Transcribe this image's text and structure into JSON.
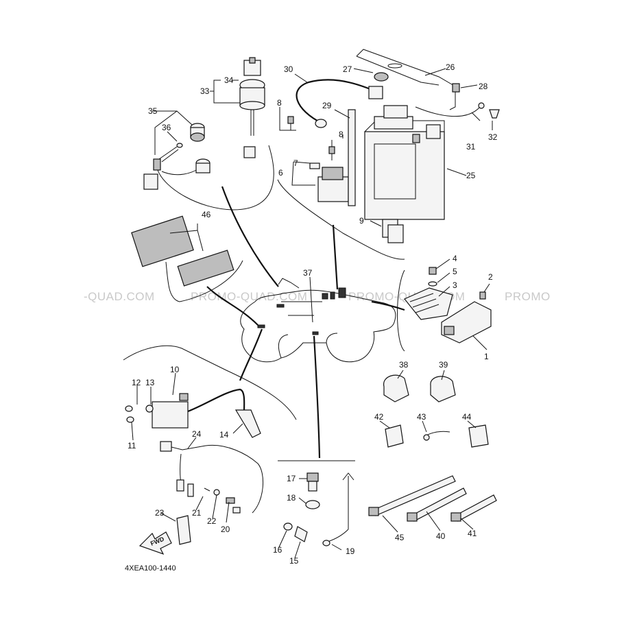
{
  "watermarks": [
    "-QUAD.COM",
    "PROMO-QUAD.COM",
    "PROMO-QUAD.COM",
    "PROMO"
  ],
  "diagram_code": "4XEA100-1440",
  "fwd_label": "FWD",
  "callouts": {
    "c1": "1",
    "c2": "2",
    "c3": "3",
    "c4": "4",
    "c5": "5",
    "c6": "6",
    "c7": "7",
    "c8a": "8",
    "c8b": "8",
    "c9": "9",
    "c10": "10",
    "c11": "11",
    "c12": "12",
    "c13": "13",
    "c14": "14",
    "c15": "15",
    "c16": "16",
    "c17": "17",
    "c18": "18",
    "c19": "19",
    "c20": "20",
    "c21": "21",
    "c22": "22",
    "c23": "23",
    "c24": "24",
    "c25": "25",
    "c26": "26",
    "c27": "27",
    "c28": "28",
    "c29": "29",
    "c30": "30",
    "c31": "31",
    "c32": "32",
    "c33": "33",
    "c34": "34",
    "c35": "35",
    "c36": "36",
    "c37": "37",
    "c38": "38",
    "c39": "39",
    "c40": "40",
    "c41": "41",
    "c42": "42",
    "c43": "43",
    "c44": "44",
    "c45": "45",
    "c46": "46"
  }
}
